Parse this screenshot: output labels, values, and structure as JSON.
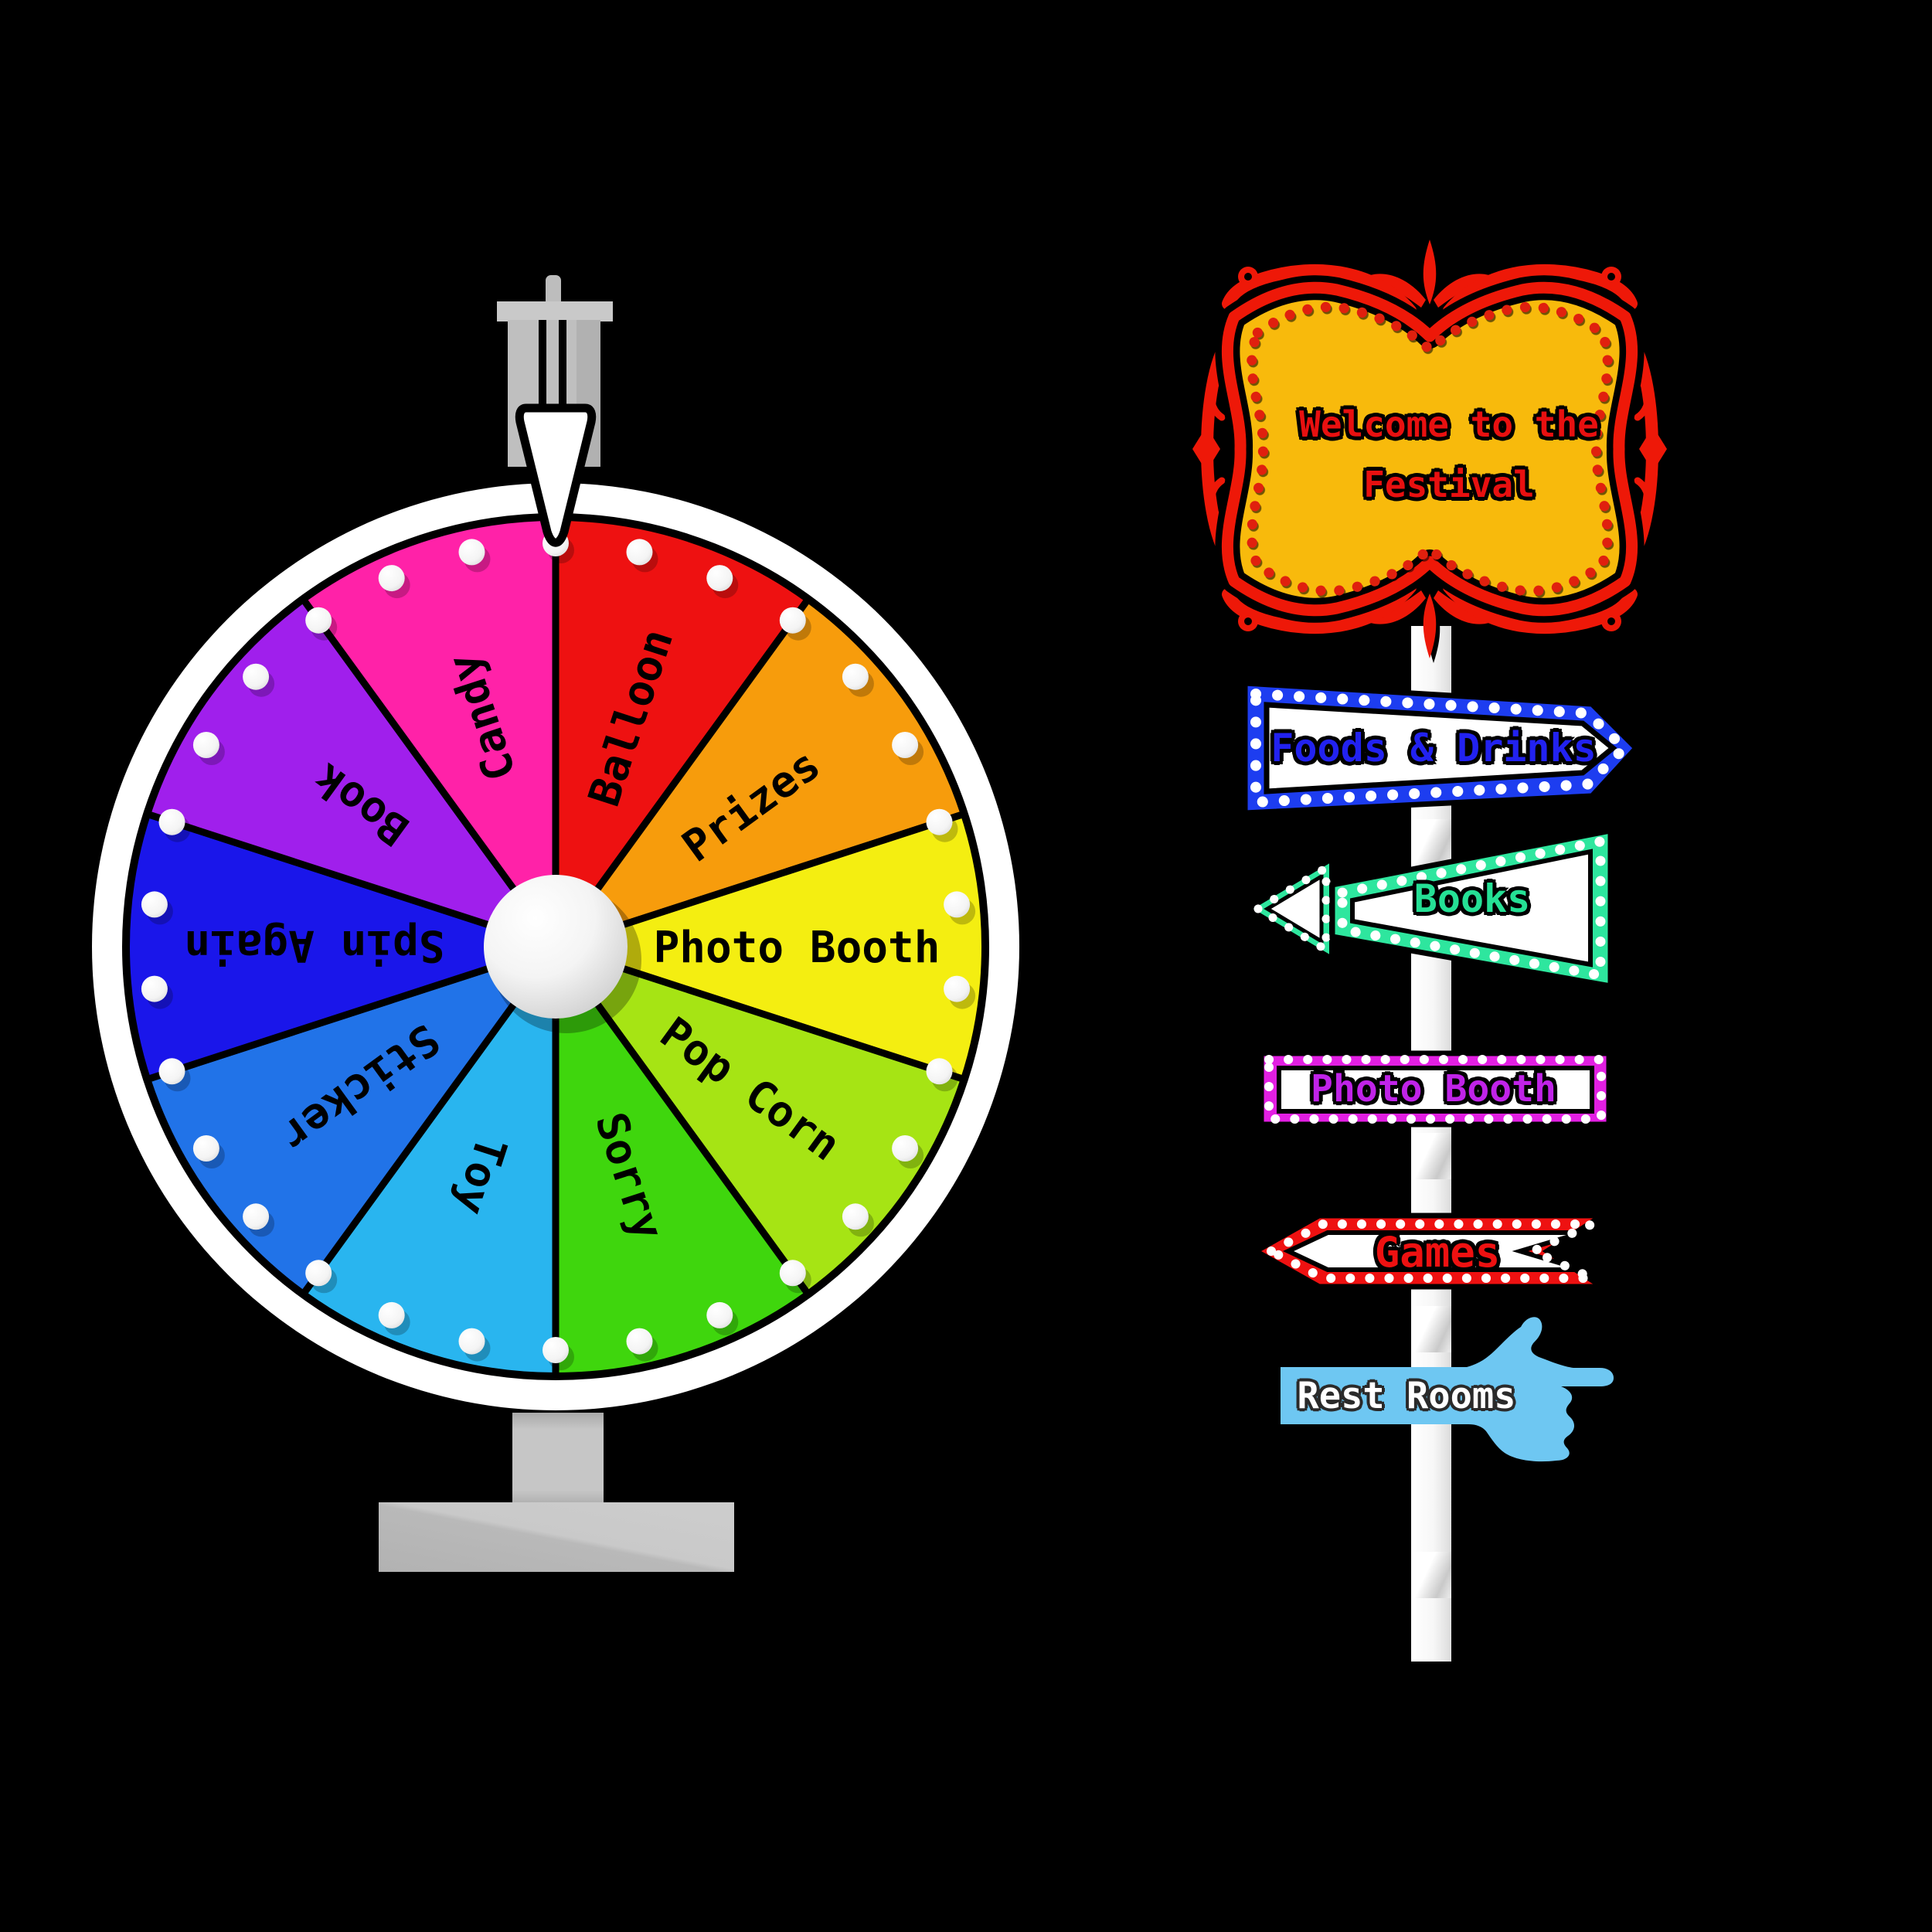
{
  "scene": {
    "background": "#000000",
    "description": "Festival prize wheel and marquee signpost"
  },
  "wheel": {
    "segments": [
      {
        "label": "Balloon",
        "color": "#ee1111"
      },
      {
        "label": "Prizes",
        "color": "#f79c0c"
      },
      {
        "label": "Photo Booth",
        "color": "#f4ee11"
      },
      {
        "label": "Pop Corn",
        "color": "#a6e414"
      },
      {
        "label": "Sorry",
        "color": "#3fd60d"
      },
      {
        "label": "Toy",
        "color": "#29b5ef"
      },
      {
        "label": "Sticker",
        "color": "#2173e8"
      },
      {
        "label": "Spin Again",
        "color": "#1a16ea"
      },
      {
        "label": "Book",
        "color": "#a01fec"
      },
      {
        "label": "Candy",
        "color": "#ff22a8"
      }
    ],
    "lights_per_segment": 3,
    "label_color": "#000000",
    "rim_color": "#ffffff",
    "hub_color": "#ffffff",
    "pointer_color": "#ffffff",
    "stand_color": "#c2c2c2"
  },
  "signpost": {
    "pole_color": "#f7f7f7",
    "welcome_sign": {
      "line1": "Welcome to the",
      "line2": "Festival",
      "panel_color": "#f8ba0c",
      "frame_color": "#ee1808",
      "bead_color": "#e0200e",
      "text_color": "#e81010"
    },
    "signs": [
      {
        "id": "foods-drinks",
        "label": "Foods & Drinks",
        "direction": "right",
        "accent_color": "#1d3df0",
        "text_color": "#2222f0"
      },
      {
        "id": "books",
        "label": "Books",
        "direction": "left",
        "accent_color": "#2ee69e",
        "text_color": "#25e095"
      },
      {
        "id": "photo-booth",
        "label": "Photo Booth",
        "direction": "none",
        "accent_color": "#e21fe2",
        "text_color": "#c023e8"
      },
      {
        "id": "games",
        "label": "Games",
        "direction": "left",
        "accent_color": "#ee1111",
        "text_color": "#ee1111"
      },
      {
        "id": "rest-rooms",
        "label": "Rest Rooms",
        "direction": "right",
        "accent_color": "#6ec7f2",
        "text_color": "#ffffff"
      }
    ]
  }
}
